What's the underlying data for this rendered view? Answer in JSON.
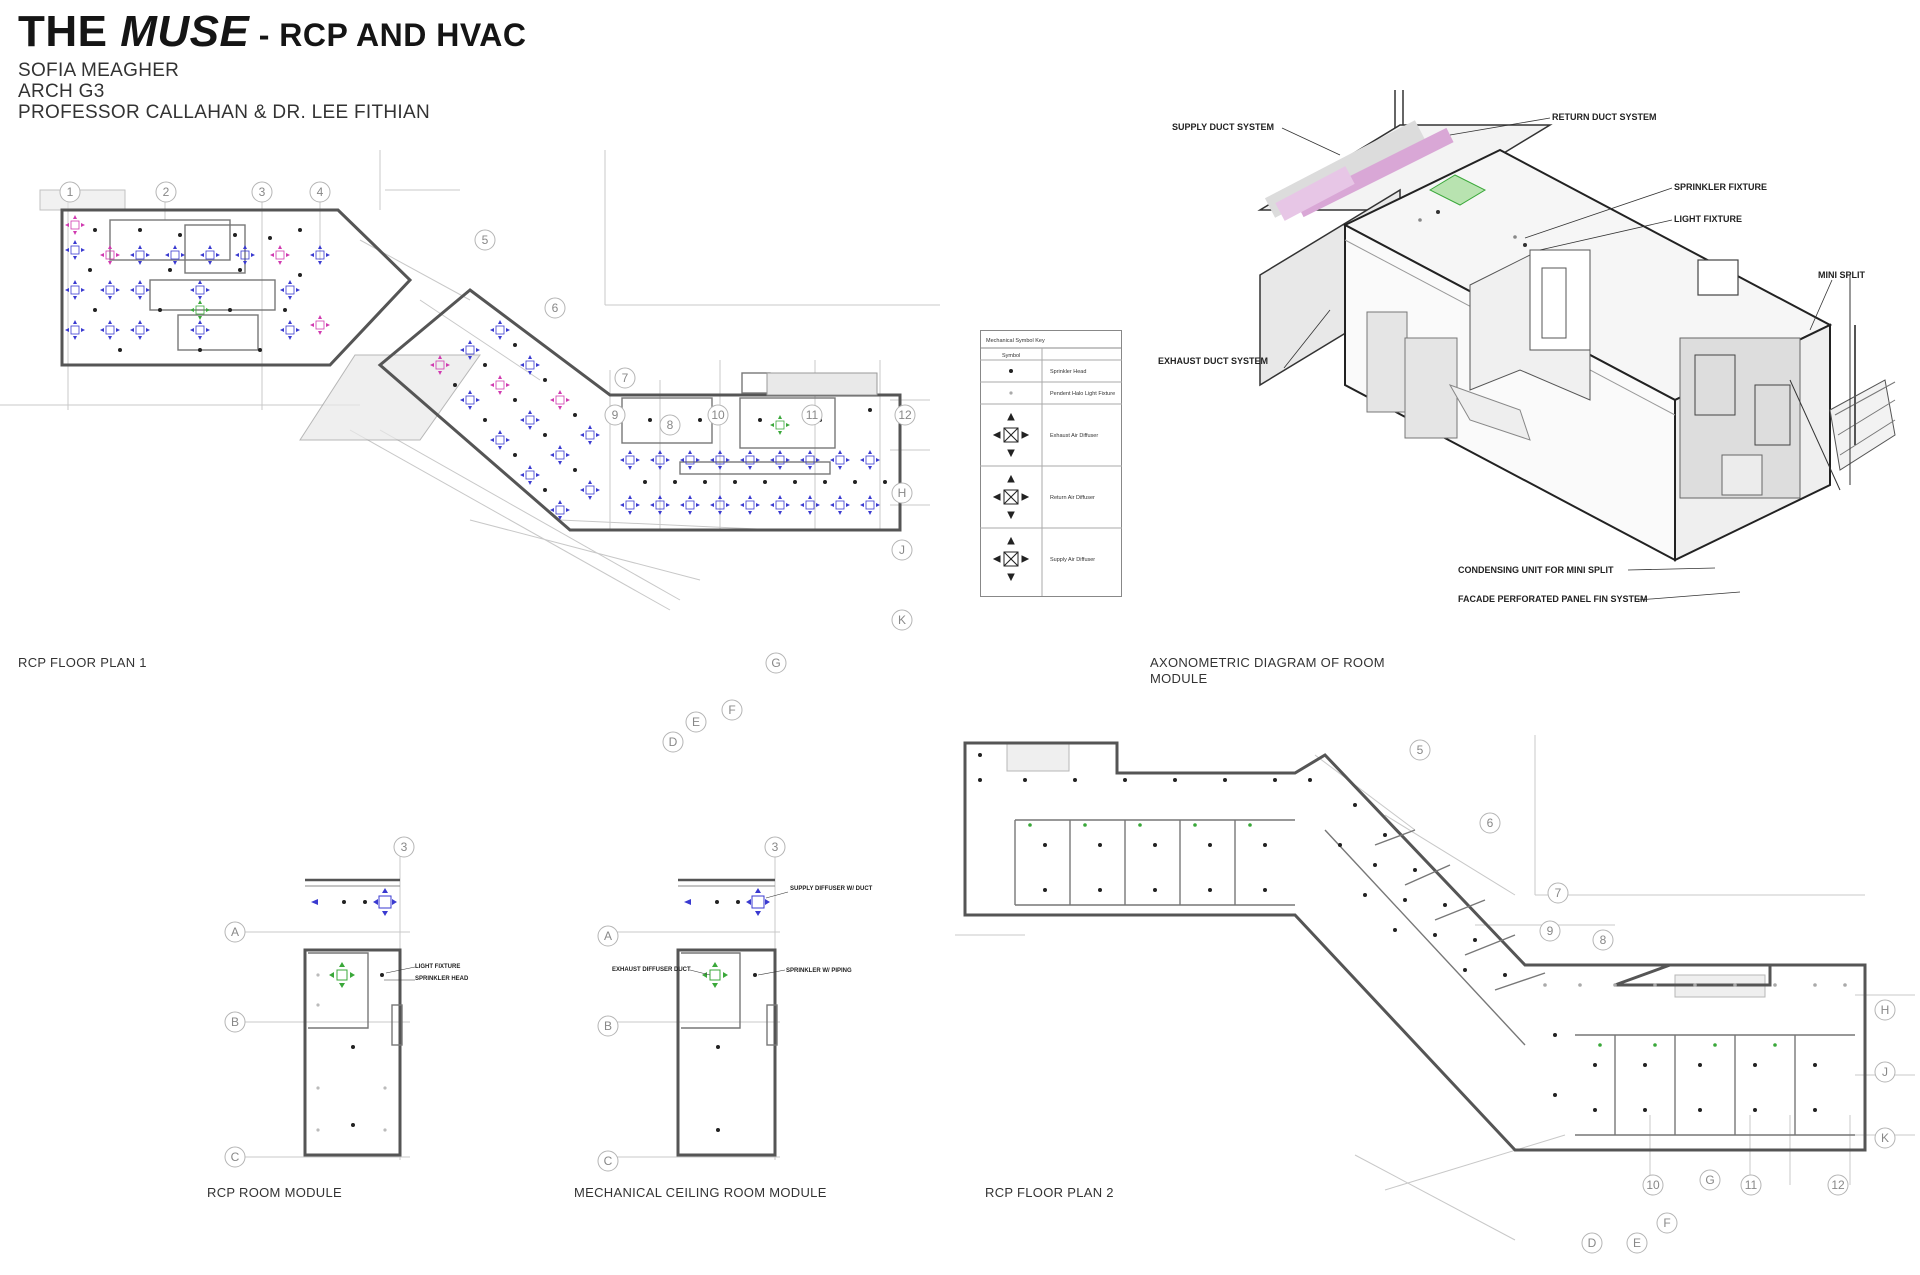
{
  "header": {
    "title_main": "THE ",
    "title_italic": "MUSE",
    "title_sub": " - RCP AND HVAC",
    "author": "SOFIA MEAGHER",
    "course": "ARCH G3",
    "professors": "PROFESSOR CALLAHAN & DR. LEE FITHIAN"
  },
  "captions": {
    "rcp_floor_plan_1": "RCP FLOOR PLAN 1",
    "axonometric": "AXONOMETRIC DIAGRAM OF ROOM MODULE",
    "rcp_room_module": "RCP ROOM MODULE",
    "mechanical_ceiling": "MECHANICAL CEILING ROOM MODULE",
    "rcp_floor_plan_2": "RCP FLOOR PLAN 2"
  },
  "plan1": {
    "grid_numbers": [
      "1",
      "2",
      "3",
      "4",
      "5",
      "6",
      "7",
      "8",
      "9",
      "10",
      "11",
      "12"
    ],
    "grid_letters": [
      "H",
      "J",
      "K",
      "G",
      "F",
      "E",
      "D"
    ]
  },
  "plan2": {
    "grid_numbers": [
      "5",
      "6",
      "7",
      "8",
      "9",
      "10",
      "11",
      "12"
    ],
    "grid_letters": [
      "H",
      "J",
      "K",
      "G",
      "F",
      "E",
      "D"
    ]
  },
  "module": {
    "grid_number": "3",
    "grid_letters": [
      "A",
      "B",
      "C"
    ]
  },
  "key": {
    "title": "Mechanical Symbol Key",
    "symbol_header": "Symbol",
    "rows": [
      "Sprinkler Head",
      "Pendent Halo Light Fixture",
      "Exhaust Air Diffuser",
      "Return Air Diffuser",
      "Supply Air Diffuser"
    ]
  },
  "axon_labels": {
    "supply": "SUPPLY DUCT SYSTEM",
    "return": "RETURN DUCT SYSTEM",
    "sprinkler": "SPRINKLER FIXTURE",
    "light": "LIGHT FIXTURE",
    "mini_split": "MINI SPLIT",
    "exhaust": "EXHAUST DUCT SYSTEM",
    "condensing": "CONDENSING UNIT FOR MINI SPLIT",
    "facade": "FACADE PERFORATED PANEL FIN SYSTEM"
  },
  "rcp_module_labels": {
    "light_fixture": "LIGHT FIXTURE",
    "sprinkler_head": "SPRINKLER HEAD"
  },
  "mech_module_labels": {
    "supply_diffuser": "SUPPLY DIFFUSER W/ DUCT",
    "exhaust_diffuser": "EXHAUST DIFFUSER DUCT",
    "sprinkler_piping": "SPRINKLER W/ PIPING"
  },
  "colors": {
    "supply_diffuser": "#3a3ad0",
    "return_diffuser": "#d03ab0",
    "exhaust_diffuser": "#3aa83a",
    "return_duct": "#d9a7d6"
  }
}
